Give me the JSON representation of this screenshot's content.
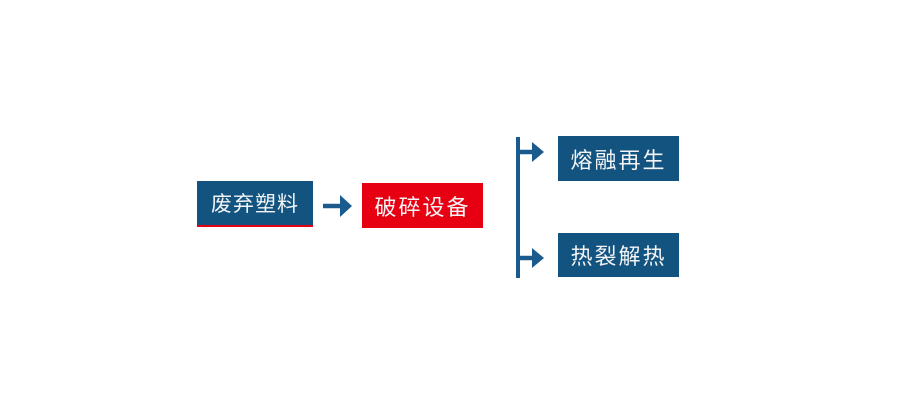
{
  "diagram": {
    "colors": {
      "background": "#ffffff",
      "box_blue": "#125380",
      "box_red": "#e60012",
      "line_blue": "#1a5a8c",
      "underline_red": "#e60012",
      "text": "#f3f4f5"
    },
    "nodes": [
      {
        "id": "waste-plastic",
        "label": "废弃塑料",
        "color": "blue",
        "accent_underline": true
      },
      {
        "id": "crushing-equipment",
        "label": "破碎设备",
        "color": "red"
      },
      {
        "id": "melt-regeneration",
        "label": "熔融再生",
        "color": "blue"
      },
      {
        "id": "thermal-pyrolysis",
        "label": "热裂解热",
        "color": "blue"
      }
    ],
    "edges": [
      {
        "from": "waste-plastic",
        "to": "crushing-equipment",
        "type": "arrow"
      },
      {
        "from": "crushing-equipment",
        "to": "melt-regeneration",
        "type": "branch-arrow"
      },
      {
        "from": "crushing-equipment",
        "to": "thermal-pyrolysis",
        "type": "branch-arrow"
      }
    ]
  }
}
